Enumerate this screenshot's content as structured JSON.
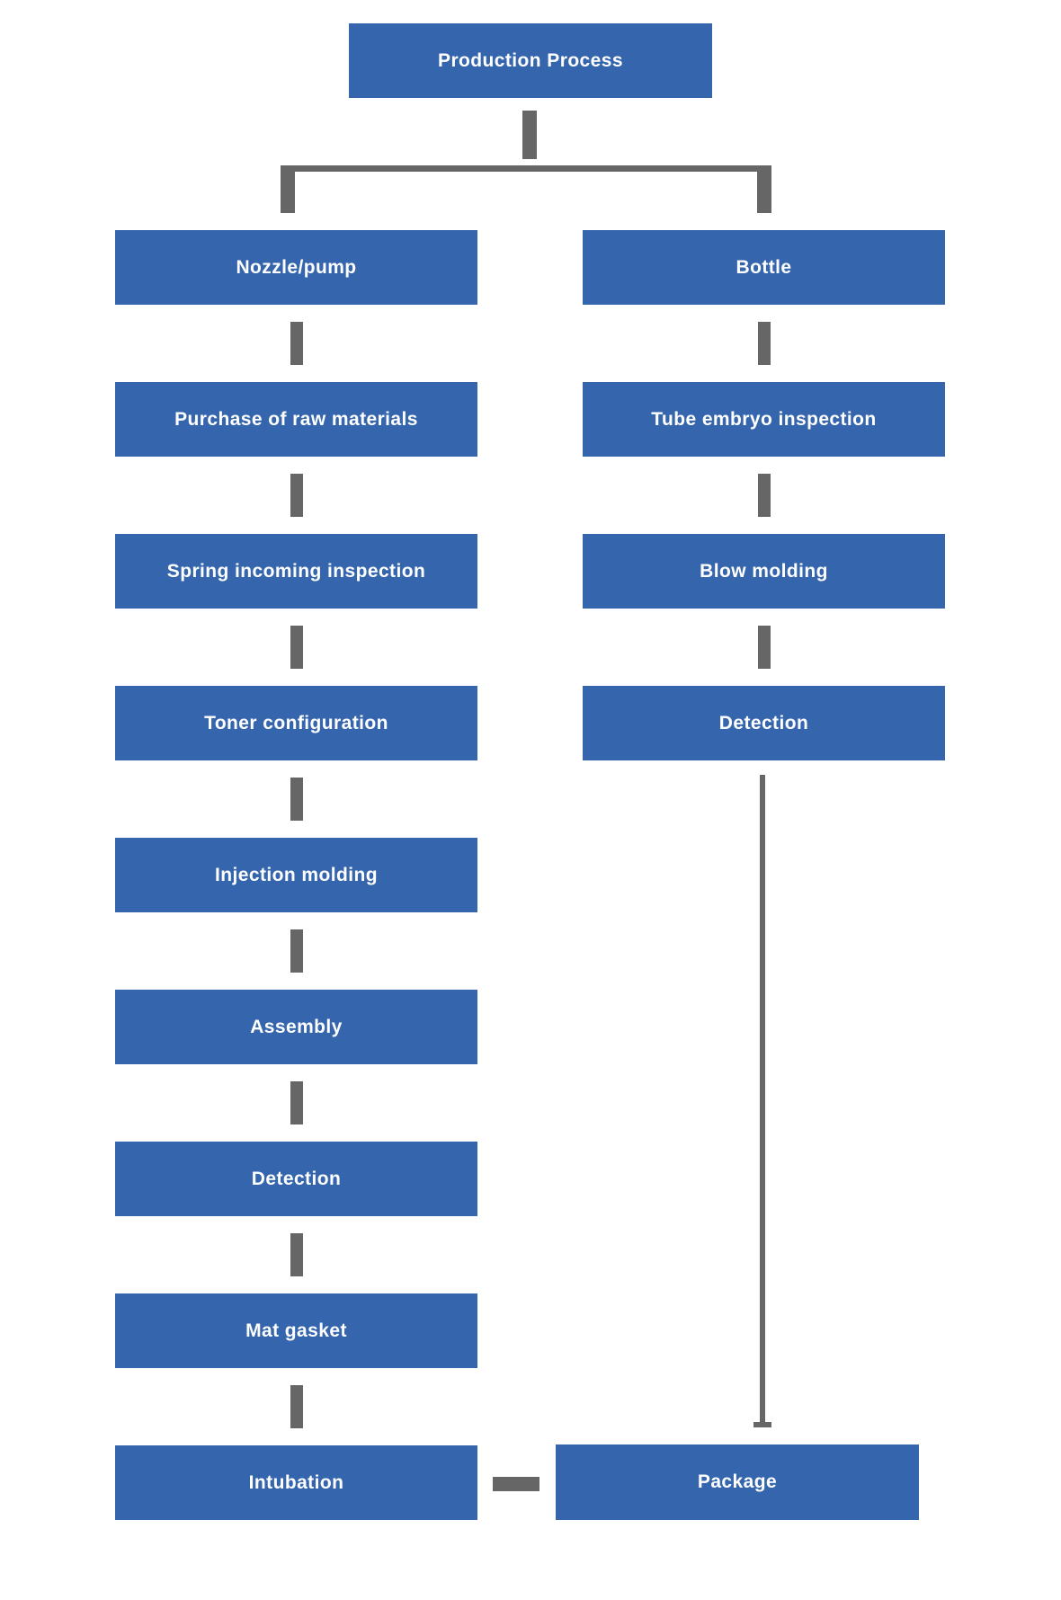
{
  "diagram": {
    "title": "Production Process",
    "colors": {
      "box_blue": "#3465ad",
      "connector_gray": "#666666",
      "label_text": "#ffffff",
      "background": "#ffffff"
    },
    "root": {
      "label": "Production Process"
    },
    "branches": {
      "left": {
        "steps": [
          "Nozzle/pump",
          "Purchase of raw materials",
          "Spring incoming inspection",
          "Toner configuration",
          "Injection molding",
          "Assembly",
          "Detection",
          "Mat gasket",
          "Intubation"
        ]
      },
      "right": {
        "steps": [
          "Bottle",
          "Tube embryo inspection",
          "Blow molding",
          "Detection"
        ]
      },
      "merge": {
        "label": "Package"
      }
    }
  }
}
